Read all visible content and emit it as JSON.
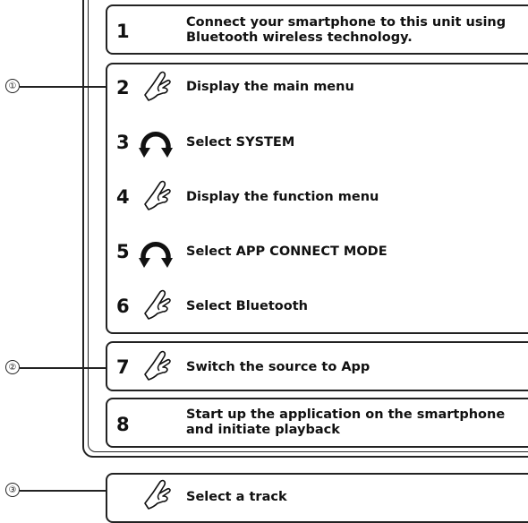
{
  "markers": [
    "①",
    "②",
    "③"
  ],
  "steps": {
    "s1": {
      "number": "1",
      "label": "Connect your smartphone to this unit using Bluetooth wireless technology."
    },
    "s2": {
      "number": "2",
      "label": "Display the main menu",
      "icon": "hand-press-icon"
    },
    "s3": {
      "number": "3",
      "label": "Select SYSTEM",
      "icon": "rotary-knob-icon"
    },
    "s4": {
      "number": "4",
      "label": "Display the function menu",
      "icon": "hand-press-icon"
    },
    "s5": {
      "number": "5",
      "label": "Select APP CONNECT MODE",
      "icon": "rotary-knob-icon"
    },
    "s6": {
      "number": "6",
      "label": "Select Bluetooth",
      "icon": "hand-press-icon"
    },
    "s7": {
      "number": "7",
      "label": "Switch the source to App",
      "icon": "hand-press-icon"
    },
    "s8": {
      "number": "8",
      "label": "Start up the application on the smartphone and initiate playback"
    },
    "s9": {
      "label": "Select a track",
      "icon": "hand-press-icon"
    }
  }
}
